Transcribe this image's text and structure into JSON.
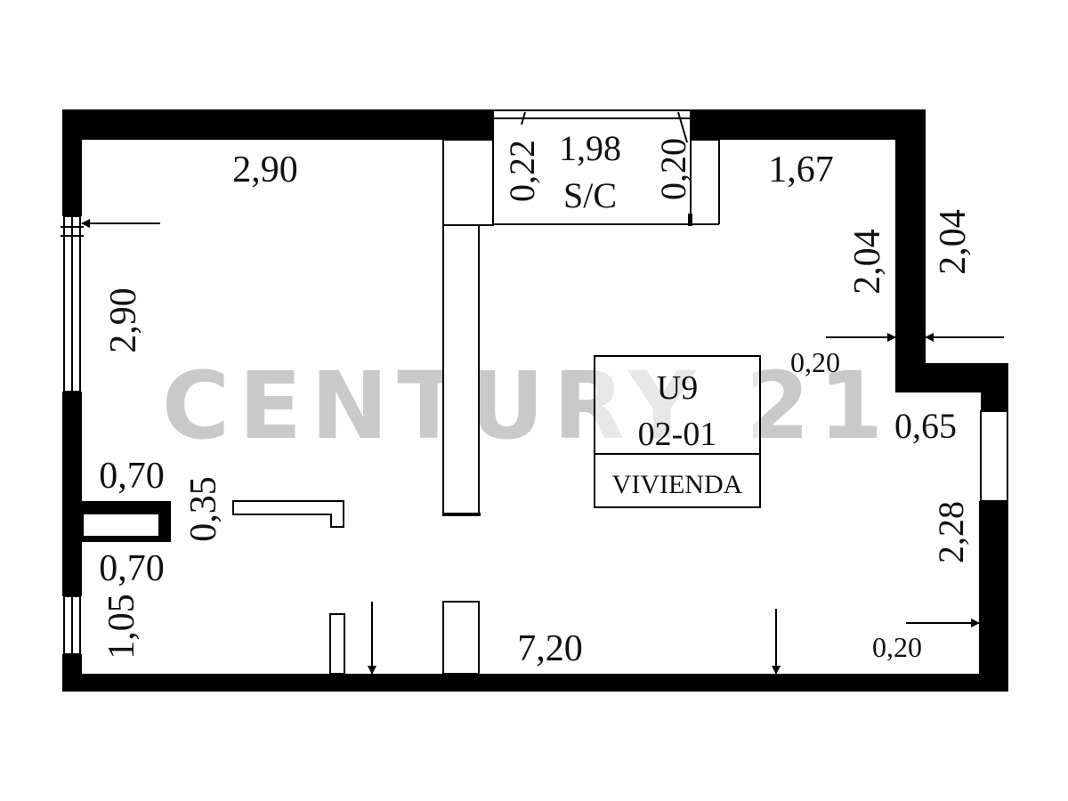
{
  "plan": {
    "unit_label": {
      "line1": "U9",
      "line2": "02-01",
      "type": "VIVIENDA"
    },
    "closet": {
      "width": "1,98",
      "label": "S/C",
      "depth_left": "0,22",
      "depth_right": "0,20"
    },
    "dimensions": {
      "top_left_width": "2,90",
      "top_right_width": "1,67",
      "left_window_height": "2,90",
      "right_upper_inner": "2,04",
      "right_upper_outer": "2,04",
      "right_wall_thickness": "0,20",
      "right_step": "0,65",
      "right_lower_height": "2,28",
      "bottom_right_wall": "0,20",
      "left_column_top": "0,70",
      "left_column_bottom": "0,70",
      "left_column_depth": "0,35",
      "left_lower_window": "1,05",
      "total_length": "7,20"
    }
  },
  "watermark": {
    "brand": "CENTURY 21",
    "registered_mark": "®"
  }
}
